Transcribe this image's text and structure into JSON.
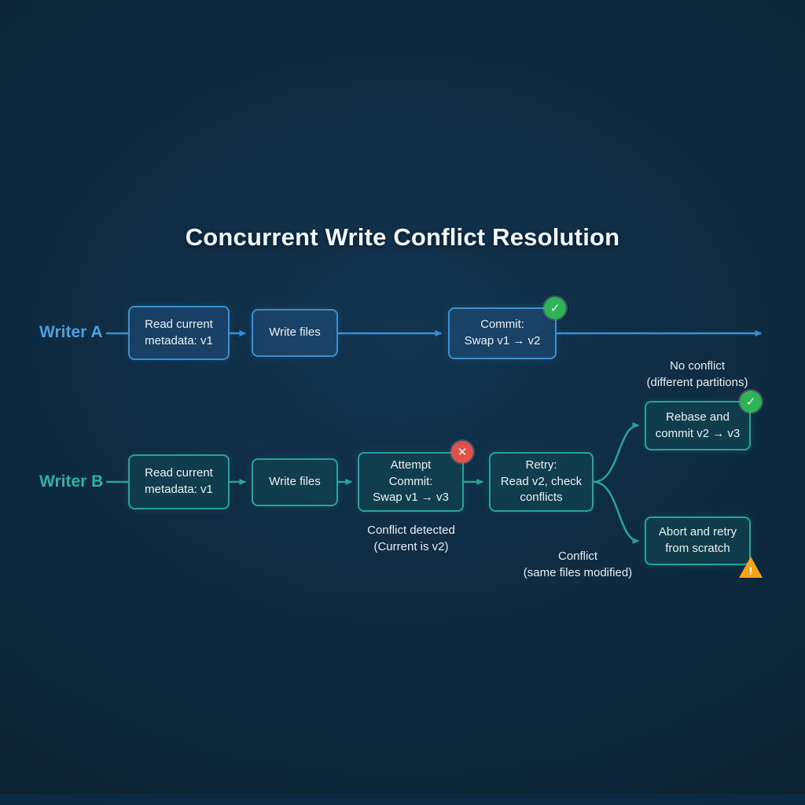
{
  "title": "Concurrent Write Conflict Resolution",
  "colors": {
    "background": "#0e2a40",
    "writer_a_accent": "#3d8fd1",
    "writer_b_accent": "#2aa396",
    "success": "#2eb457",
    "error": "#e2504c",
    "warning": "#f6a21d",
    "text": "#e9f1f7"
  },
  "lanes": {
    "writer_a": {
      "label": "Writer A",
      "nodes": {
        "read": [
          "Read current",
          "metadata: v1"
        ],
        "write": "Write files",
        "commit": [
          "Commit:",
          "Swap v1 → v2"
        ]
      }
    },
    "writer_b": {
      "label": "Writer B",
      "nodes": {
        "read": [
          "Read current",
          "metadata: v1"
        ],
        "write": "Write files",
        "attempt": [
          "Attempt",
          "Commit:",
          "Swap v1 → v3"
        ],
        "retry": [
          "Retry:",
          "Read v2, check",
          "conflicts"
        ],
        "rebase": [
          "Rebase and",
          "commit v2 → v3"
        ],
        "abort": [
          "Abort and retry",
          "from scratch"
        ]
      },
      "annotations": {
        "conflict_detected": [
          "Conflict detected",
          "(Current is v2)"
        ],
        "no_conflict": [
          "No conflict",
          "(different partitions)"
        ],
        "conflict_same_files": [
          "Conflict",
          "(same files modified)"
        ]
      }
    }
  },
  "badges": {
    "success_check": "✓",
    "error_x": "✕",
    "warning_mark": "!"
  }
}
